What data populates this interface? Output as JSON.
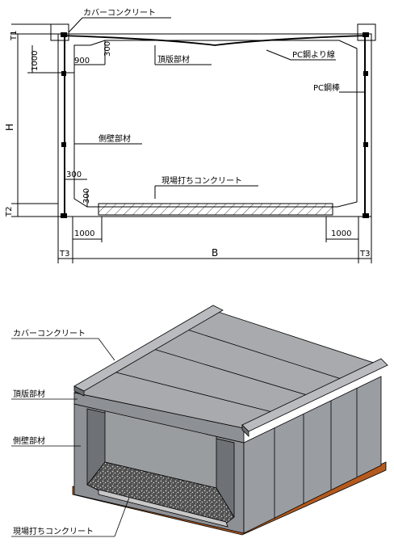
{
  "section": {
    "labels": {
      "cover": "カバーコンクリート",
      "top_slab": "頂版部材",
      "pc_strand": "PC鋼より線",
      "pc_bar": "PC鋼棒",
      "side_wall": "側壁部材",
      "cast_in_place": "現場打ちコンクリート"
    },
    "dims": {
      "t1": "T1",
      "t2": "T2",
      "t3_left": "T3",
      "t3_right": "T3",
      "h": "H",
      "b": "B",
      "d1000_v": "1000",
      "d900": "900",
      "d300_top": "300",
      "d300_h": "300",
      "d300_v": "300",
      "d1000_left": "1000",
      "d1000_right": "1000"
    }
  },
  "iso": {
    "labels": {
      "cover": "カバーコンクリート",
      "top_slab": "頂版部材",
      "side_wall": "側壁部材",
      "cast_in_place": "現場打ちコンクリート"
    }
  },
  "colors": {
    "line": "#000000",
    "concrete_top": "#a8aaad",
    "concrete_side": "#8d9094",
    "concrete_dark": "#5d6166",
    "interior": "#6e7276",
    "base": "#b55a1e",
    "gravel": "#3a3a3a"
  }
}
